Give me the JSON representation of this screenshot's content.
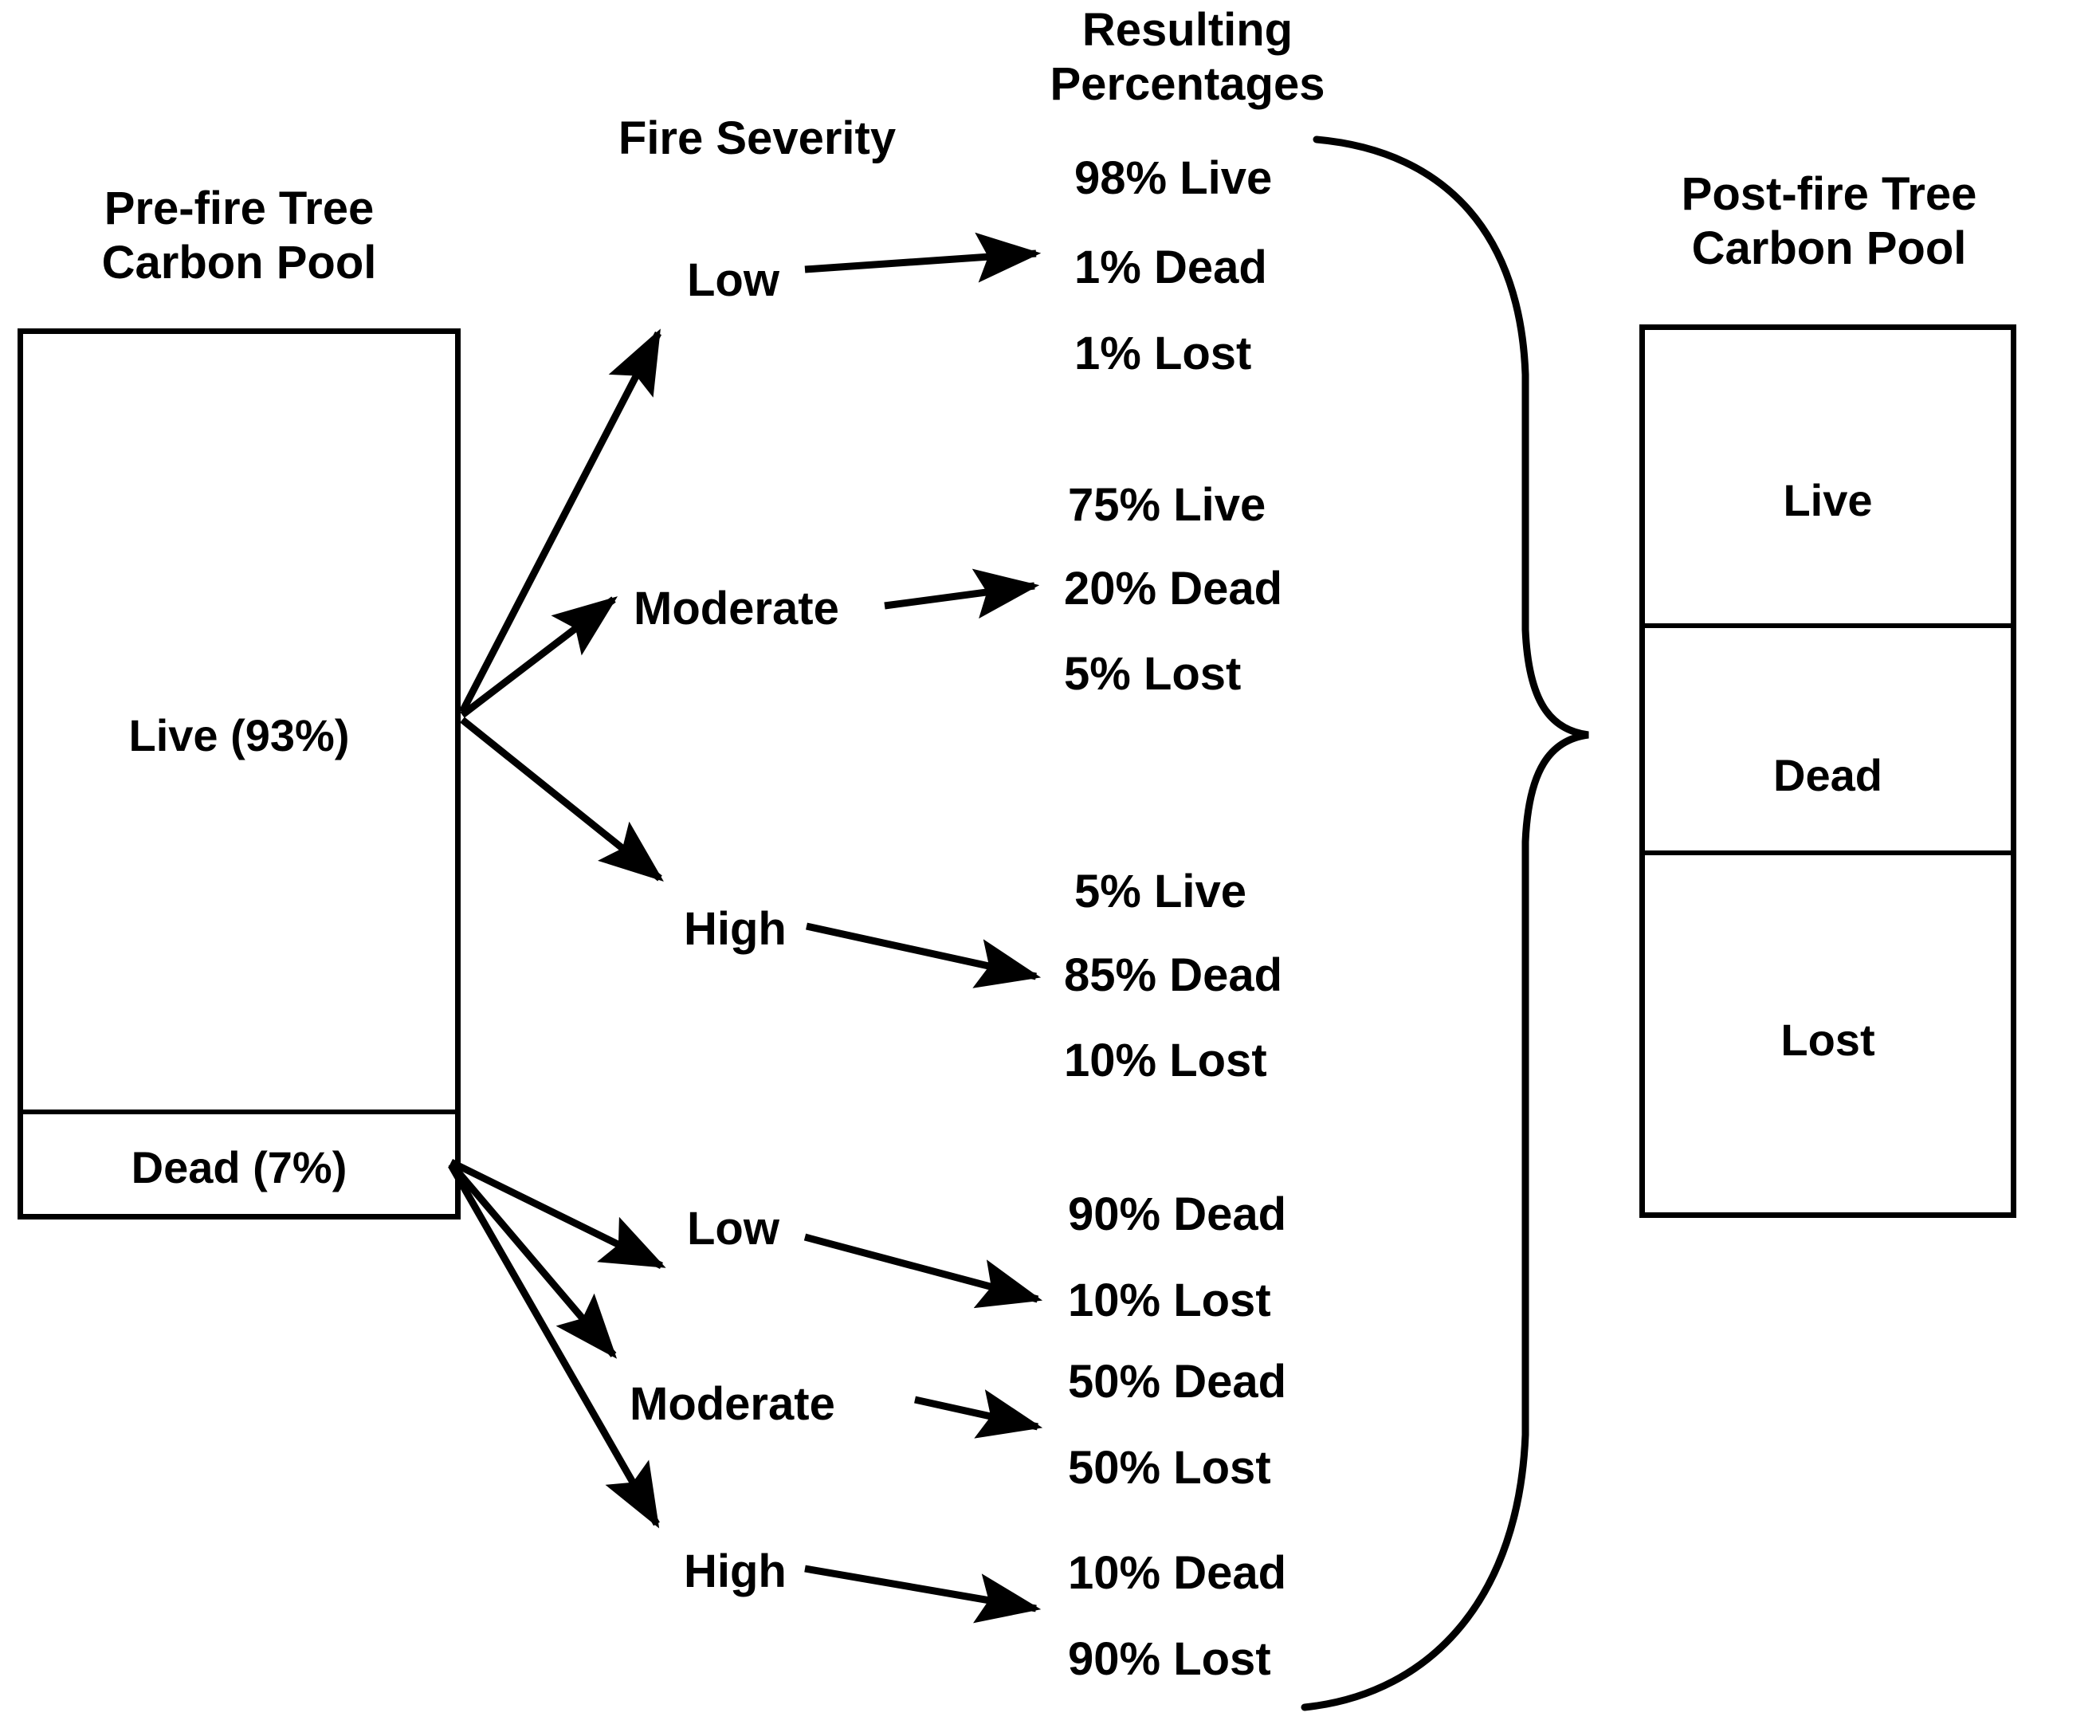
{
  "headings": {
    "pre_fire": "Pre-fire Tree\nCarbon Pool",
    "fire_severity": "Fire Severity",
    "resulting_percentages": "Resulting\nPercentages",
    "post_fire": "Post-fire Tree\nCarbon Pool"
  },
  "pre_fire_pool": {
    "segments": [
      {
        "label": "Live (93%)",
        "share": 93
      },
      {
        "label": "Dead (7%)",
        "share": 7
      }
    ]
  },
  "post_fire_pool": {
    "segments": [
      {
        "label": "Live"
      },
      {
        "label": "Dead"
      },
      {
        "label": "Lost"
      }
    ]
  },
  "severity_labels": {
    "low": "Low",
    "moderate": "Moderate",
    "high": "High"
  },
  "branches": [
    {
      "source": "Live (93%)",
      "severity": "Low",
      "outcomes": [
        "98% Live",
        "1% Dead",
        "1% Lost"
      ]
    },
    {
      "source": "Live (93%)",
      "severity": "Moderate",
      "outcomes": [
        "75% Live",
        "20% Dead",
        "5% Lost"
      ]
    },
    {
      "source": "Live (93%)",
      "severity": "High",
      "outcomes": [
        "5% Live",
        "85% Dead",
        "10% Lost"
      ]
    },
    {
      "source": "Dead (7%)",
      "severity": "Low",
      "outcomes": [
        "90% Dead",
        "10% Lost"
      ]
    },
    {
      "source": "Dead (7%)",
      "severity": "Moderate",
      "outcomes": [
        "50% Dead",
        "50% Lost"
      ]
    },
    {
      "source": "Dead (7%)",
      "severity": "High",
      "outcomes": [
        "10% Dead",
        "90% Lost"
      ]
    }
  ],
  "percent_lines": {
    "live_low_1": "98% Live",
    "live_low_2": "1% Dead",
    "live_low_3": "1% Lost",
    "live_mod_1": "75% Live",
    "live_mod_2": "20% Dead",
    "live_mod_3": "5% Lost",
    "live_high_1": "5% Live",
    "live_high_2": "85% Dead",
    "live_high_3": "10% Lost",
    "dead_low_1": "90% Dead",
    "dead_low_2": "10% Lost",
    "dead_mod_1": "50% Dead",
    "dead_mod_2": "50% Lost",
    "dead_high_1": "10% Dead",
    "dead_high_2": "90% Lost"
  },
  "severity_instances": {
    "live_low": "Low",
    "live_moderate": "Moderate",
    "live_high": "High",
    "dead_low": "Low",
    "dead_moderate": "Moderate",
    "dead_high": "High"
  },
  "colors": {
    "stroke": "#000000",
    "background": "#ffffff"
  }
}
